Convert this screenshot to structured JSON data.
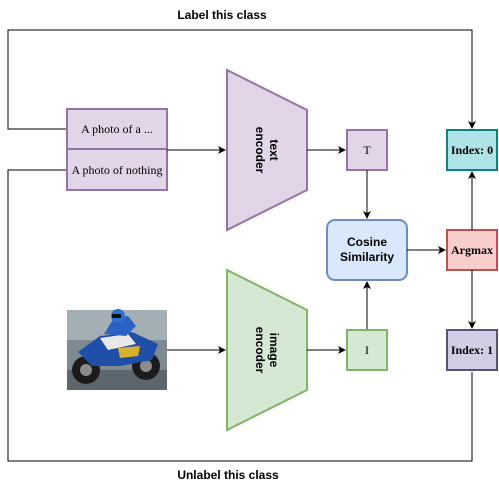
{
  "top_label": "Label this class",
  "bottom_label": "Unlabel this class",
  "prompts": [
    "A photo of a ...",
    "A photo of nothing"
  ],
  "text_encoder": {
    "line1": "text",
    "line2": "encoder",
    "fill": "#e1d5e7",
    "stroke": "#9673a6"
  },
  "image_encoder": {
    "line1": "image",
    "line2": "encoder",
    "fill": "#d5e8d4",
    "stroke": "#82b366"
  },
  "text_feature": "T",
  "image_feature": "I",
  "cosine": {
    "line1": "Cosine",
    "line2": "Similarity"
  },
  "argmax": "Argmax",
  "index0": "Index: 0",
  "index1": "Index: 1",
  "image": {
    "icon": "motorcycle-photo-icon"
  },
  "colors": {
    "purple_fill": "#e1d5e7",
    "purple_stroke": "#9673a6",
    "green_fill": "#d5e8d4",
    "green_stroke": "#82b366",
    "blue_fill": "#dae8fc",
    "blue_stroke": "#6c8ebf",
    "red_fill": "#f8cecc",
    "red_stroke": "#b85450",
    "teal_fill": "#b0e3e6",
    "teal_stroke": "#0e8088",
    "slate_fill": "#d0cee2",
    "slate_stroke": "#56517e"
  }
}
